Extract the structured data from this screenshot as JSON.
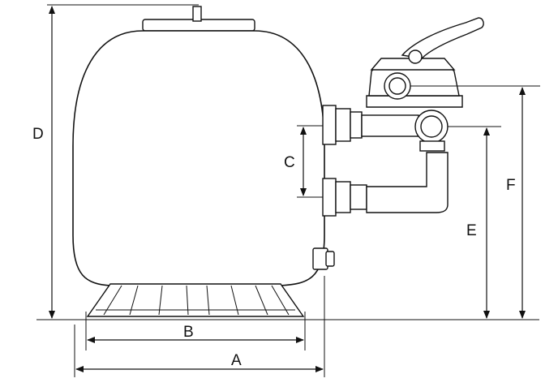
{
  "labels": {
    "a": "A",
    "b": "B",
    "c": "C",
    "d": "D",
    "e": "E",
    "f": "F"
  },
  "colors": {
    "line": "#111111",
    "background": "#ffffff"
  }
}
